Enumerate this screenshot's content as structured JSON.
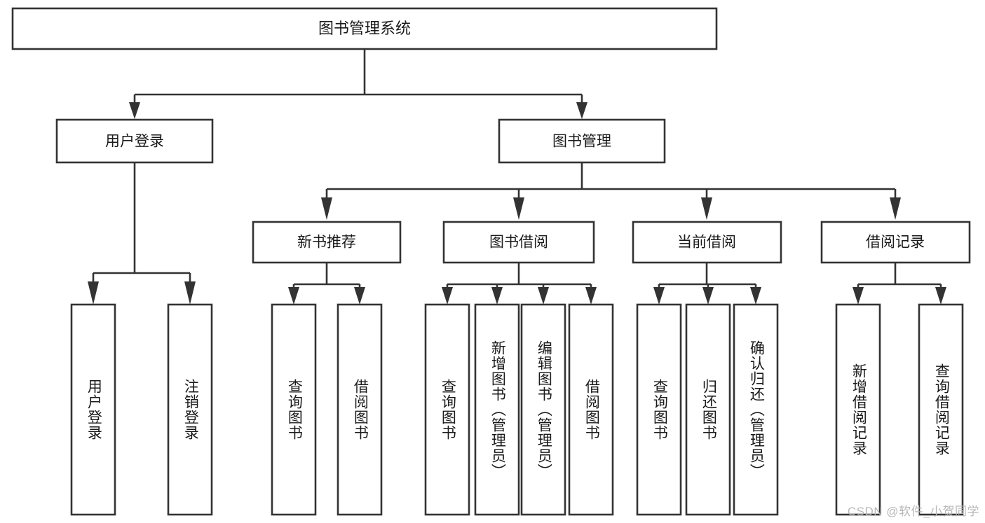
{
  "diagram": {
    "title": "图书管理系统",
    "type": "tree-hierarchy",
    "watermark": "CSDN @软件_小贺同学",
    "root": {
      "id": "root",
      "label": "图书管理系统"
    },
    "level2": [
      {
        "id": "user-login",
        "label": "用户登录"
      },
      {
        "id": "book-management",
        "label": "图书管理"
      }
    ],
    "level3": [
      {
        "id": "new-book-recommend",
        "label": "新书推荐",
        "parent": "book-management"
      },
      {
        "id": "book-borrow",
        "label": "图书借阅",
        "parent": "book-management"
      },
      {
        "id": "current-borrow",
        "label": "当前借阅",
        "parent": "book-management"
      },
      {
        "id": "borrow-record",
        "label": "借阅记录",
        "parent": "book-management"
      }
    ],
    "leaves": [
      {
        "id": "leaf-user-login",
        "label": "用户登录",
        "parent": "user-login"
      },
      {
        "id": "leaf-logout-login",
        "label": "注销登录",
        "parent": "user-login"
      },
      {
        "id": "leaf-query-book-1",
        "label": "查询图书",
        "parent": "new-book-recommend"
      },
      {
        "id": "leaf-borrow-book-1",
        "label": "借阅图书",
        "parent": "new-book-recommend"
      },
      {
        "id": "leaf-query-book-2",
        "label": "查询图书",
        "parent": "book-borrow"
      },
      {
        "id": "leaf-add-book",
        "label": "新增图书（管理员）",
        "parent": "book-borrow"
      },
      {
        "id": "leaf-edit-book",
        "label": "编辑图书（管理员）",
        "parent": "book-borrow"
      },
      {
        "id": "leaf-borrow-book-2",
        "label": "借阅图书",
        "parent": "book-borrow"
      },
      {
        "id": "leaf-query-book-3",
        "label": "查询图书",
        "parent": "current-borrow"
      },
      {
        "id": "leaf-return-book",
        "label": "归还图书",
        "parent": "current-borrow"
      },
      {
        "id": "leaf-confirm-return",
        "label": "确认归还（管理员）",
        "parent": "current-borrow"
      },
      {
        "id": "leaf-add-record",
        "label": "新增借阅记录",
        "parent": "borrow-record"
      },
      {
        "id": "leaf-query-record",
        "label": "查询借阅记录",
        "parent": "borrow-record"
      }
    ],
    "colors": {
      "stroke": "#333333",
      "fill": "#ffffff",
      "text": "#1a1a1a",
      "watermark": "#b8b8b8"
    }
  }
}
